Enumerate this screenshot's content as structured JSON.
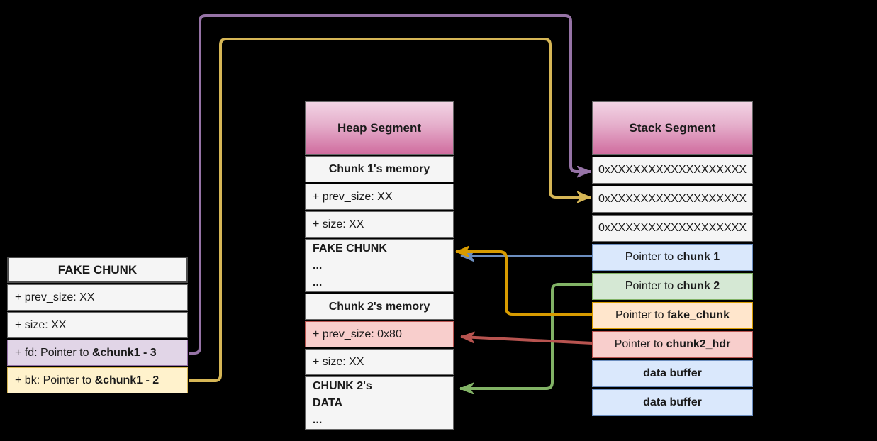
{
  "background_color": "#000000",
  "palette": {
    "gray_fill": "#f5f5f5",
    "gray_border": "#666666",
    "purple_fill": "#e1d5e7",
    "purple_border": "#9673a6",
    "yellow_fill": "#fff2cc",
    "yellow_border": "#d6b656",
    "blue_fill": "#dae8fc",
    "blue_border": "#6c8ebf",
    "green_fill": "#d5e8d4",
    "green_border": "#82b366",
    "orange_fill": "#ffe6cc",
    "orange_border": "#d79b00",
    "red_fill": "#f8cecc",
    "red_border": "#b85450",
    "header_gradient_top": "#f2d4e4",
    "header_gradient_bottom": "#d06d9f"
  },
  "fake_chunk_table": {
    "title": "FAKE CHUNK",
    "rows": [
      {
        "name": "fake-prev-size-row",
        "style": "gray",
        "align": "left",
        "lines": [
          [
            {
              "t": "+ prev_size: XX"
            }
          ]
        ]
      },
      {
        "name": "fake-size-row",
        "style": "gray",
        "align": "left",
        "lines": [
          [
            {
              "t": "+ size: XX"
            }
          ]
        ]
      },
      {
        "name": "fake-fd-row",
        "style": "purple",
        "align": "left",
        "lines": [
          [
            {
              "t": "+ fd: Pointer to "
            },
            {
              "t": "&chunk1 - 3",
              "b": true
            }
          ]
        ]
      },
      {
        "name": "fake-bk-row",
        "style": "yellow",
        "align": "left",
        "lines": [
          [
            {
              "t": "+ bk: Pointer to "
            },
            {
              "t": "&chunk1 - 2",
              "b": true
            }
          ]
        ]
      }
    ]
  },
  "heap_table": {
    "title": "Heap Segment",
    "rows": [
      {
        "name": "chunk1-memory-row",
        "style": "gray",
        "align": "center",
        "lines": [
          [
            {
              "t": "Chunk 1's memory",
              "b": true
            }
          ]
        ]
      },
      {
        "name": "chunk1-prev-size-row",
        "style": "gray",
        "align": "left",
        "lines": [
          [
            {
              "t": "+ prev_size: XX"
            }
          ]
        ]
      },
      {
        "name": "chunk1-size-row",
        "style": "gray",
        "align": "left",
        "lines": [
          [
            {
              "t": "+ size: XX"
            }
          ]
        ]
      },
      {
        "name": "fake-chunk-overlay-row",
        "style": "gray",
        "align": "left",
        "lines": [
          [
            {
              "t": "FAKE CHUNK",
              "b": true
            }
          ],
          [
            {
              "t": "...",
              "b": true
            }
          ],
          [
            {
              "t": "...",
              "b": true
            }
          ]
        ]
      },
      {
        "name": "chunk2-memory-row",
        "style": "gray",
        "align": "center",
        "lines": [
          [
            {
              "t": "Chunk 2's memory",
              "b": true
            }
          ]
        ]
      },
      {
        "name": "chunk2-prev-size-row",
        "style": "red",
        "align": "left",
        "lines": [
          [
            {
              "t": "+ prev_size: 0x80"
            }
          ]
        ]
      },
      {
        "name": "chunk2-size-row",
        "style": "gray",
        "align": "left",
        "lines": [
          [
            {
              "t": "+ size: XX"
            }
          ]
        ]
      },
      {
        "name": "chunk2-data-row",
        "style": "gray",
        "align": "left",
        "lines": [
          [
            {
              "t": "CHUNK 2's",
              "b": true
            }
          ],
          [
            {
              "t": "DATA",
              "b": true
            }
          ],
          [
            {
              "t": "...",
              "b": true
            }
          ]
        ]
      }
    ]
  },
  "stack_table": {
    "title": "Stack Segment",
    "rows": [
      {
        "name": "stack-address-row-1",
        "style": "gray",
        "align": "center",
        "lines": [
          [
            {
              "t": "0xXXXXXXXXXXXXXXXXXX"
            }
          ]
        ]
      },
      {
        "name": "stack-address-row-2",
        "style": "gray",
        "align": "center",
        "lines": [
          [
            {
              "t": "0xXXXXXXXXXXXXXXXXXX"
            }
          ]
        ]
      },
      {
        "name": "stack-address-row-3",
        "style": "gray",
        "align": "center",
        "lines": [
          [
            {
              "t": "0xXXXXXXXXXXXXXXXXXX"
            }
          ]
        ]
      },
      {
        "name": "pointer-to-chunk1-row",
        "style": "blue",
        "align": "center",
        "lines": [
          [
            {
              "t": "Pointer to "
            },
            {
              "t": "chunk 1",
              "b": true
            }
          ]
        ]
      },
      {
        "name": "pointer-to-chunk2-row",
        "style": "green",
        "align": "center",
        "lines": [
          [
            {
              "t": "Pointer to "
            },
            {
              "t": "chunk 2",
              "b": true
            }
          ]
        ]
      },
      {
        "name": "pointer-to-fake-chunk-row",
        "style": "orange",
        "align": "center",
        "lines": [
          [
            {
              "t": "Pointer to "
            },
            {
              "t": "fake_chunk",
              "b": true
            }
          ]
        ]
      },
      {
        "name": "pointer-to-chunk2-hdr-row",
        "style": "red",
        "align": "center",
        "lines": [
          [
            {
              "t": "Pointer to "
            },
            {
              "t": "chunk2_hdr",
              "b": true
            }
          ]
        ]
      },
      {
        "name": "data-buffer-row-1",
        "style": "blue",
        "align": "center",
        "lines": [
          [
            {
              "t": "data buffer",
              "b": true
            }
          ]
        ]
      },
      {
        "name": "data-buffer-row-2",
        "style": "blue",
        "align": "center",
        "lines": [
          [
            {
              "t": "data buffer",
              "b": true
            }
          ]
        ]
      }
    ]
  },
  "arrows": [
    {
      "name": "fd-to-stack-slot1",
      "color": "#9673a6",
      "from": "fake-fd-row",
      "to": "stack-address-row-1"
    },
    {
      "name": "bk-to-stack-slot2",
      "color": "#d6b656",
      "from": "fake-bk-row",
      "to": "stack-address-row-2"
    },
    {
      "name": "chunk1-ptr-to-fake-chunk",
      "color": "#6c8ebf",
      "from": "pointer-to-chunk1-row",
      "to": "fake-chunk-overlay-row"
    },
    {
      "name": "chunk2-ptr-to-chunk2-data",
      "color": "#82b366",
      "from": "pointer-to-chunk2-row",
      "to": "chunk2-data-row"
    },
    {
      "name": "chunk2hdr-ptr-to-prevsize",
      "color": "#b85450",
      "from": "pointer-to-chunk2-hdr-row",
      "to": "chunk2-prev-size-row"
    },
    {
      "name": "fakechunk-ptr-to-overlay",
      "color": "#d79b00",
      "from": "pointer-to-fake-chunk-row",
      "to": "fake-chunk-overlay-row"
    }
  ]
}
